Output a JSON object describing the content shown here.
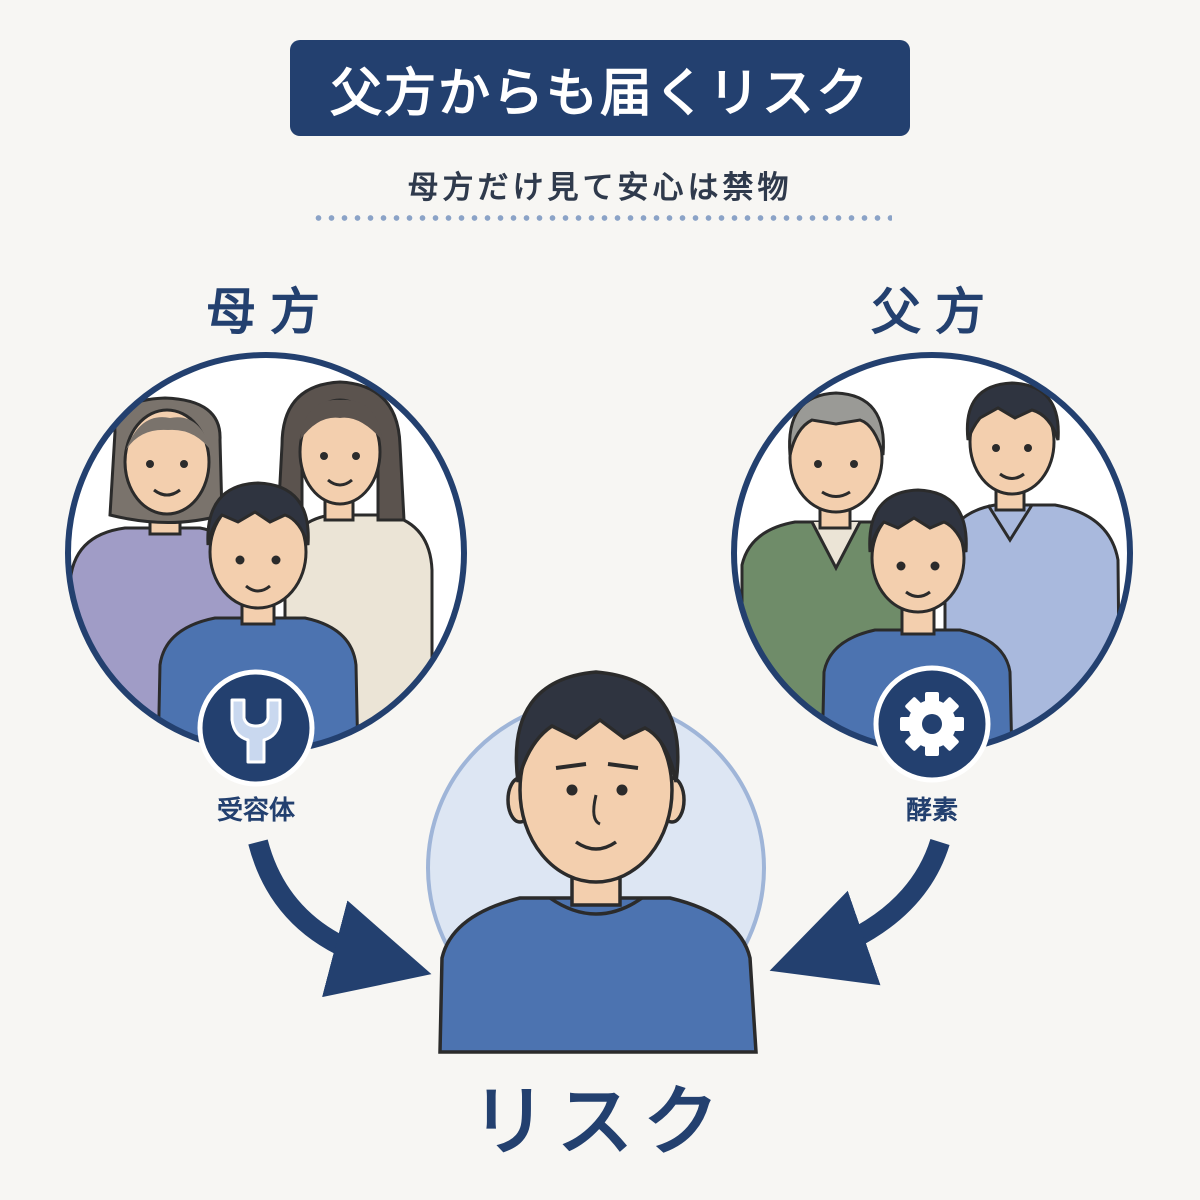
{
  "title": "父方からも届くリスク",
  "subtitle": "母方だけ見て安心は禁物",
  "maternal": {
    "label": "母方",
    "factor_label": "受容体",
    "factor_icon": "receptor-icon"
  },
  "paternal": {
    "label": "父方",
    "factor_label": "酵素",
    "factor_icon": "gear-icon"
  },
  "result": {
    "label": "リスク"
  },
  "colors": {
    "navy": "#23406f",
    "circle_outline": "#23406f",
    "background": "#f7f6f3",
    "child_shirt": "#4c73b0",
    "grandma_shirt": "#a09cc6",
    "mother_shirt": "#ebe4d6",
    "grandpa_shirt": "#6f8c69",
    "father_shirt": "#a9b9dd"
  }
}
